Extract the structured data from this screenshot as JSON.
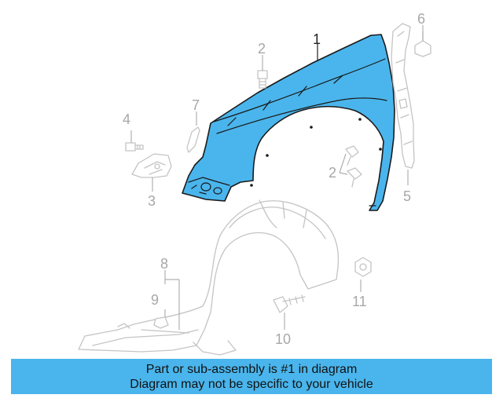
{
  "colors": {
    "highlight": "#4ab5ec",
    "ghost_line": "#c4c4c4",
    "callout_gray": "#a8a8a8",
    "callout_dark": "#222222"
  },
  "callouts": [
    {
      "id": "1",
      "label": "1",
      "part": "fender",
      "highlighted": true
    },
    {
      "id": "2a",
      "label": "2",
      "part": "bolt-upper"
    },
    {
      "id": "2b",
      "label": "2",
      "part": "bolts-side"
    },
    {
      "id": "3",
      "label": "3",
      "part": "bracket"
    },
    {
      "id": "4",
      "label": "4",
      "part": "bolt-bracket"
    },
    {
      "id": "5",
      "label": "5",
      "part": "rear-bracket"
    },
    {
      "id": "6",
      "label": "6",
      "part": "bolt-rear"
    },
    {
      "id": "7",
      "label": "7",
      "part": "insulator"
    },
    {
      "id": "8",
      "label": "8",
      "part": "liner-retainers"
    },
    {
      "id": "9",
      "label": "9",
      "part": "retainer-nut"
    },
    {
      "id": "10",
      "label": "10",
      "part": "liner-bolt"
    },
    {
      "id": "11",
      "label": "11",
      "part": "push-clip"
    }
  ],
  "banner": {
    "line1": "Part or sub-assembly is #1 in diagram",
    "line2": "Diagram may not be specific to your vehicle"
  }
}
